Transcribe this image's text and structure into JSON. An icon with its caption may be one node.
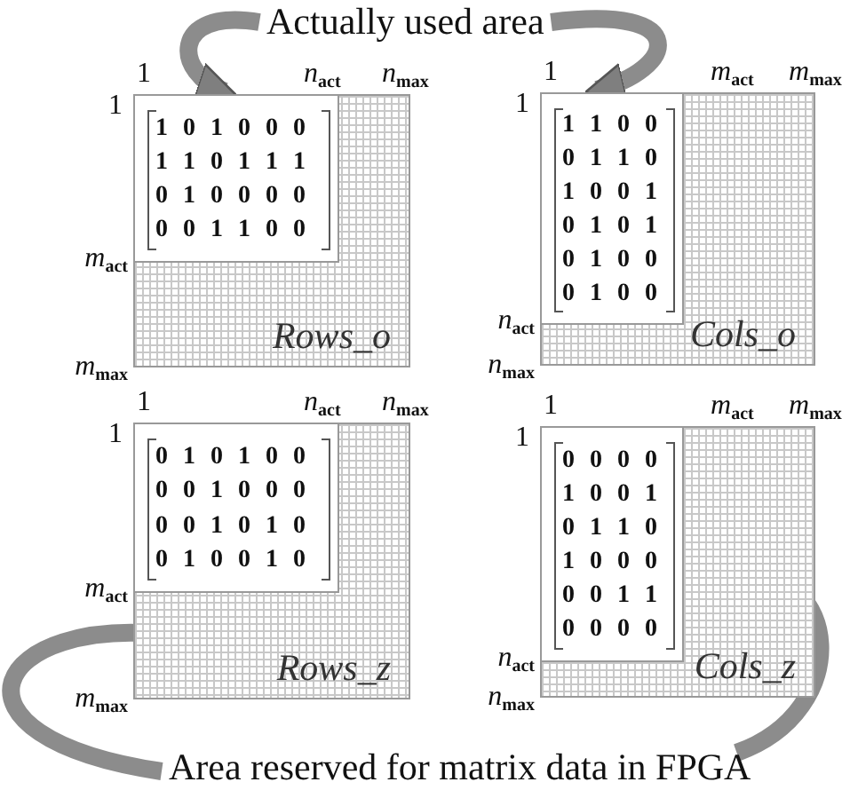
{
  "diagram": {
    "nodes": [
      {
        "text": [
          "Actually used area"
        ]
      },
      {
        "text": [
          "Rows_o"
        ]
      },
      {
        "text": [
          "1 0 1 0 0 0",
          "1 1 0 1 1 1",
          "0 1 0 0 0 0",
          "0 0 1 1 0 0"
        ],
        "in": 1
      },
      {
        "text": [
          "Cols_o"
        ]
      },
      {
        "text": [
          "1 1 0 0",
          "0 1 1 0",
          "1 0 0 1",
          "0 1 0 1",
          "0 1 0 0",
          "0 1 0 0"
        ],
        "in": 3
      },
      {
        "text": [
          "Rows_z"
        ]
      },
      {
        "text": [
          "0 1 0 1 0 0",
          "0 0 1 0 0 0",
          "0 0 1 0 1 0",
          "0 1 0 0 1 0"
        ],
        "in": 5
      },
      {
        "text": [
          "Cols_z"
        ]
      },
      {
        "text": [
          "0 0 0 0",
          "1 0 0 1",
          "0 1 1 0",
          "1 0 0 0",
          "0 0 1 1",
          "0 0 0 0"
        ],
        "in": 7
      },
      {
        "text": [
          "Area reserved for matrix data in FPGA"
        ]
      }
    ],
    "edges": [
      {
        "from": 0,
        "to": 2,
        "arrow": "to"
      },
      {
        "from": 0,
        "to": 4,
        "arrow": "to"
      },
      {
        "from": 9,
        "to": 5,
        "arrow": "to"
      },
      {
        "from": 9,
        "to": 7,
        "arrow": "to"
      }
    ],
    "labels": [
      "1",
      "*n*$_{act}$",
      "*n*$_{max}$",
      "1",
      "*m*$_{act}$",
      "*m*$_{max}$",
      "1",
      "*m*$_{act}$",
      "*m*$_{max}$",
      "1",
      "*n*$_{act}$",
      "*n*$_{max}$",
      "1",
      "*n*$_{act}$",
      "*n*$_{max}$",
      "1",
      "*m*$_{act}$",
      "*m*$_{max}$",
      "1",
      "*m*$_{act}$",
      "*m*$_{max}$",
      "1",
      "*n*$_{act}$",
      "*n*$_{max}$"
    ]
  }
}
